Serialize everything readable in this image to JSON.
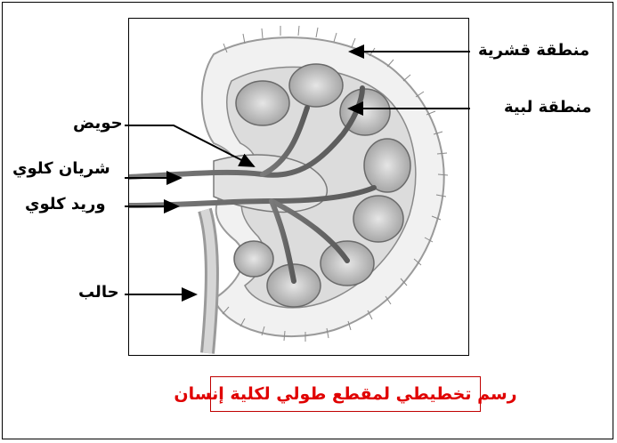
{
  "labels": {
    "cortex": "منطقة قشرية",
    "medulla": "منطقة لبية",
    "pelvis": "حويض",
    "artery": "شريان كلوي",
    "vein": "وريد كلوي",
    "ureter": "حالب"
  },
  "caption": "رسم تخطيطي لمقطع طولي لكلية إنسان",
  "colors": {
    "caption_text": "#e00000",
    "caption_border": "#c00000",
    "lines": "#000000"
  }
}
